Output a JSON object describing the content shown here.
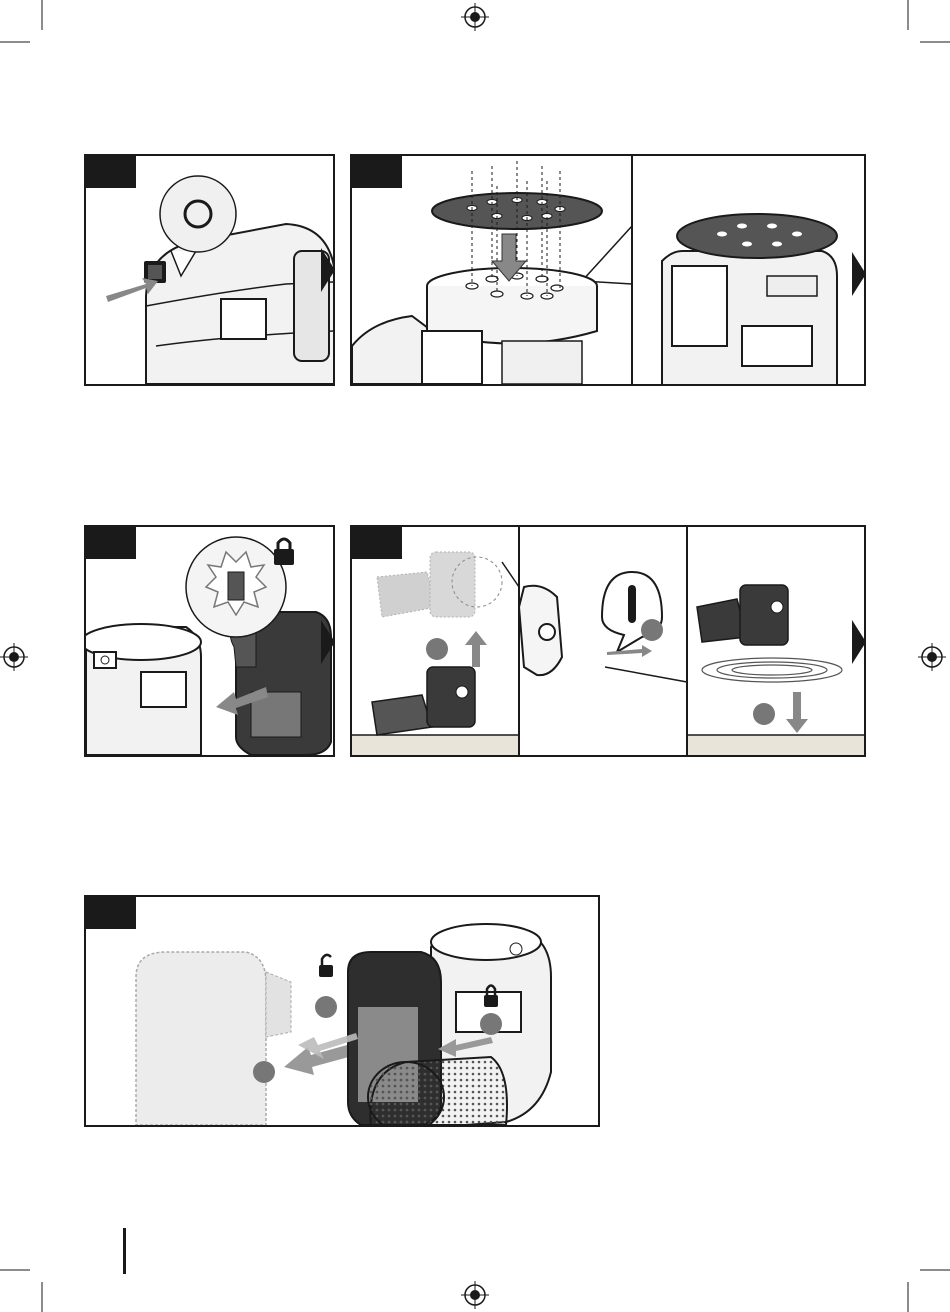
{
  "page": {
    "kind": "instruction-manual-illustration-page",
    "accent_color": "#1a1a1a",
    "gray_color": "#777777"
  },
  "figures": [
    {
      "id": "fig-power-switch",
      "icons": [
        "switch-icon",
        "press-arrow-icon",
        "circle-symbol-icon"
      ]
    },
    {
      "id": "fig-attach-sanding-disc",
      "icons": [
        "sanding-disc-icon",
        "down-arrow-icon"
      ]
    },
    {
      "id": "fig-remove-dust-bag",
      "icons": [
        "lock-icon",
        "pull-arrow-icon"
      ]
    },
    {
      "id": "fig-empty-dust-bag",
      "icons": [
        "up-arrow-icon",
        "line-symbol-icon",
        "tap-arrow-icon"
      ]
    },
    {
      "id": "fig-remove-battery",
      "icons": [
        "unlock-icon",
        "pull-arrow-icon"
      ]
    }
  ]
}
